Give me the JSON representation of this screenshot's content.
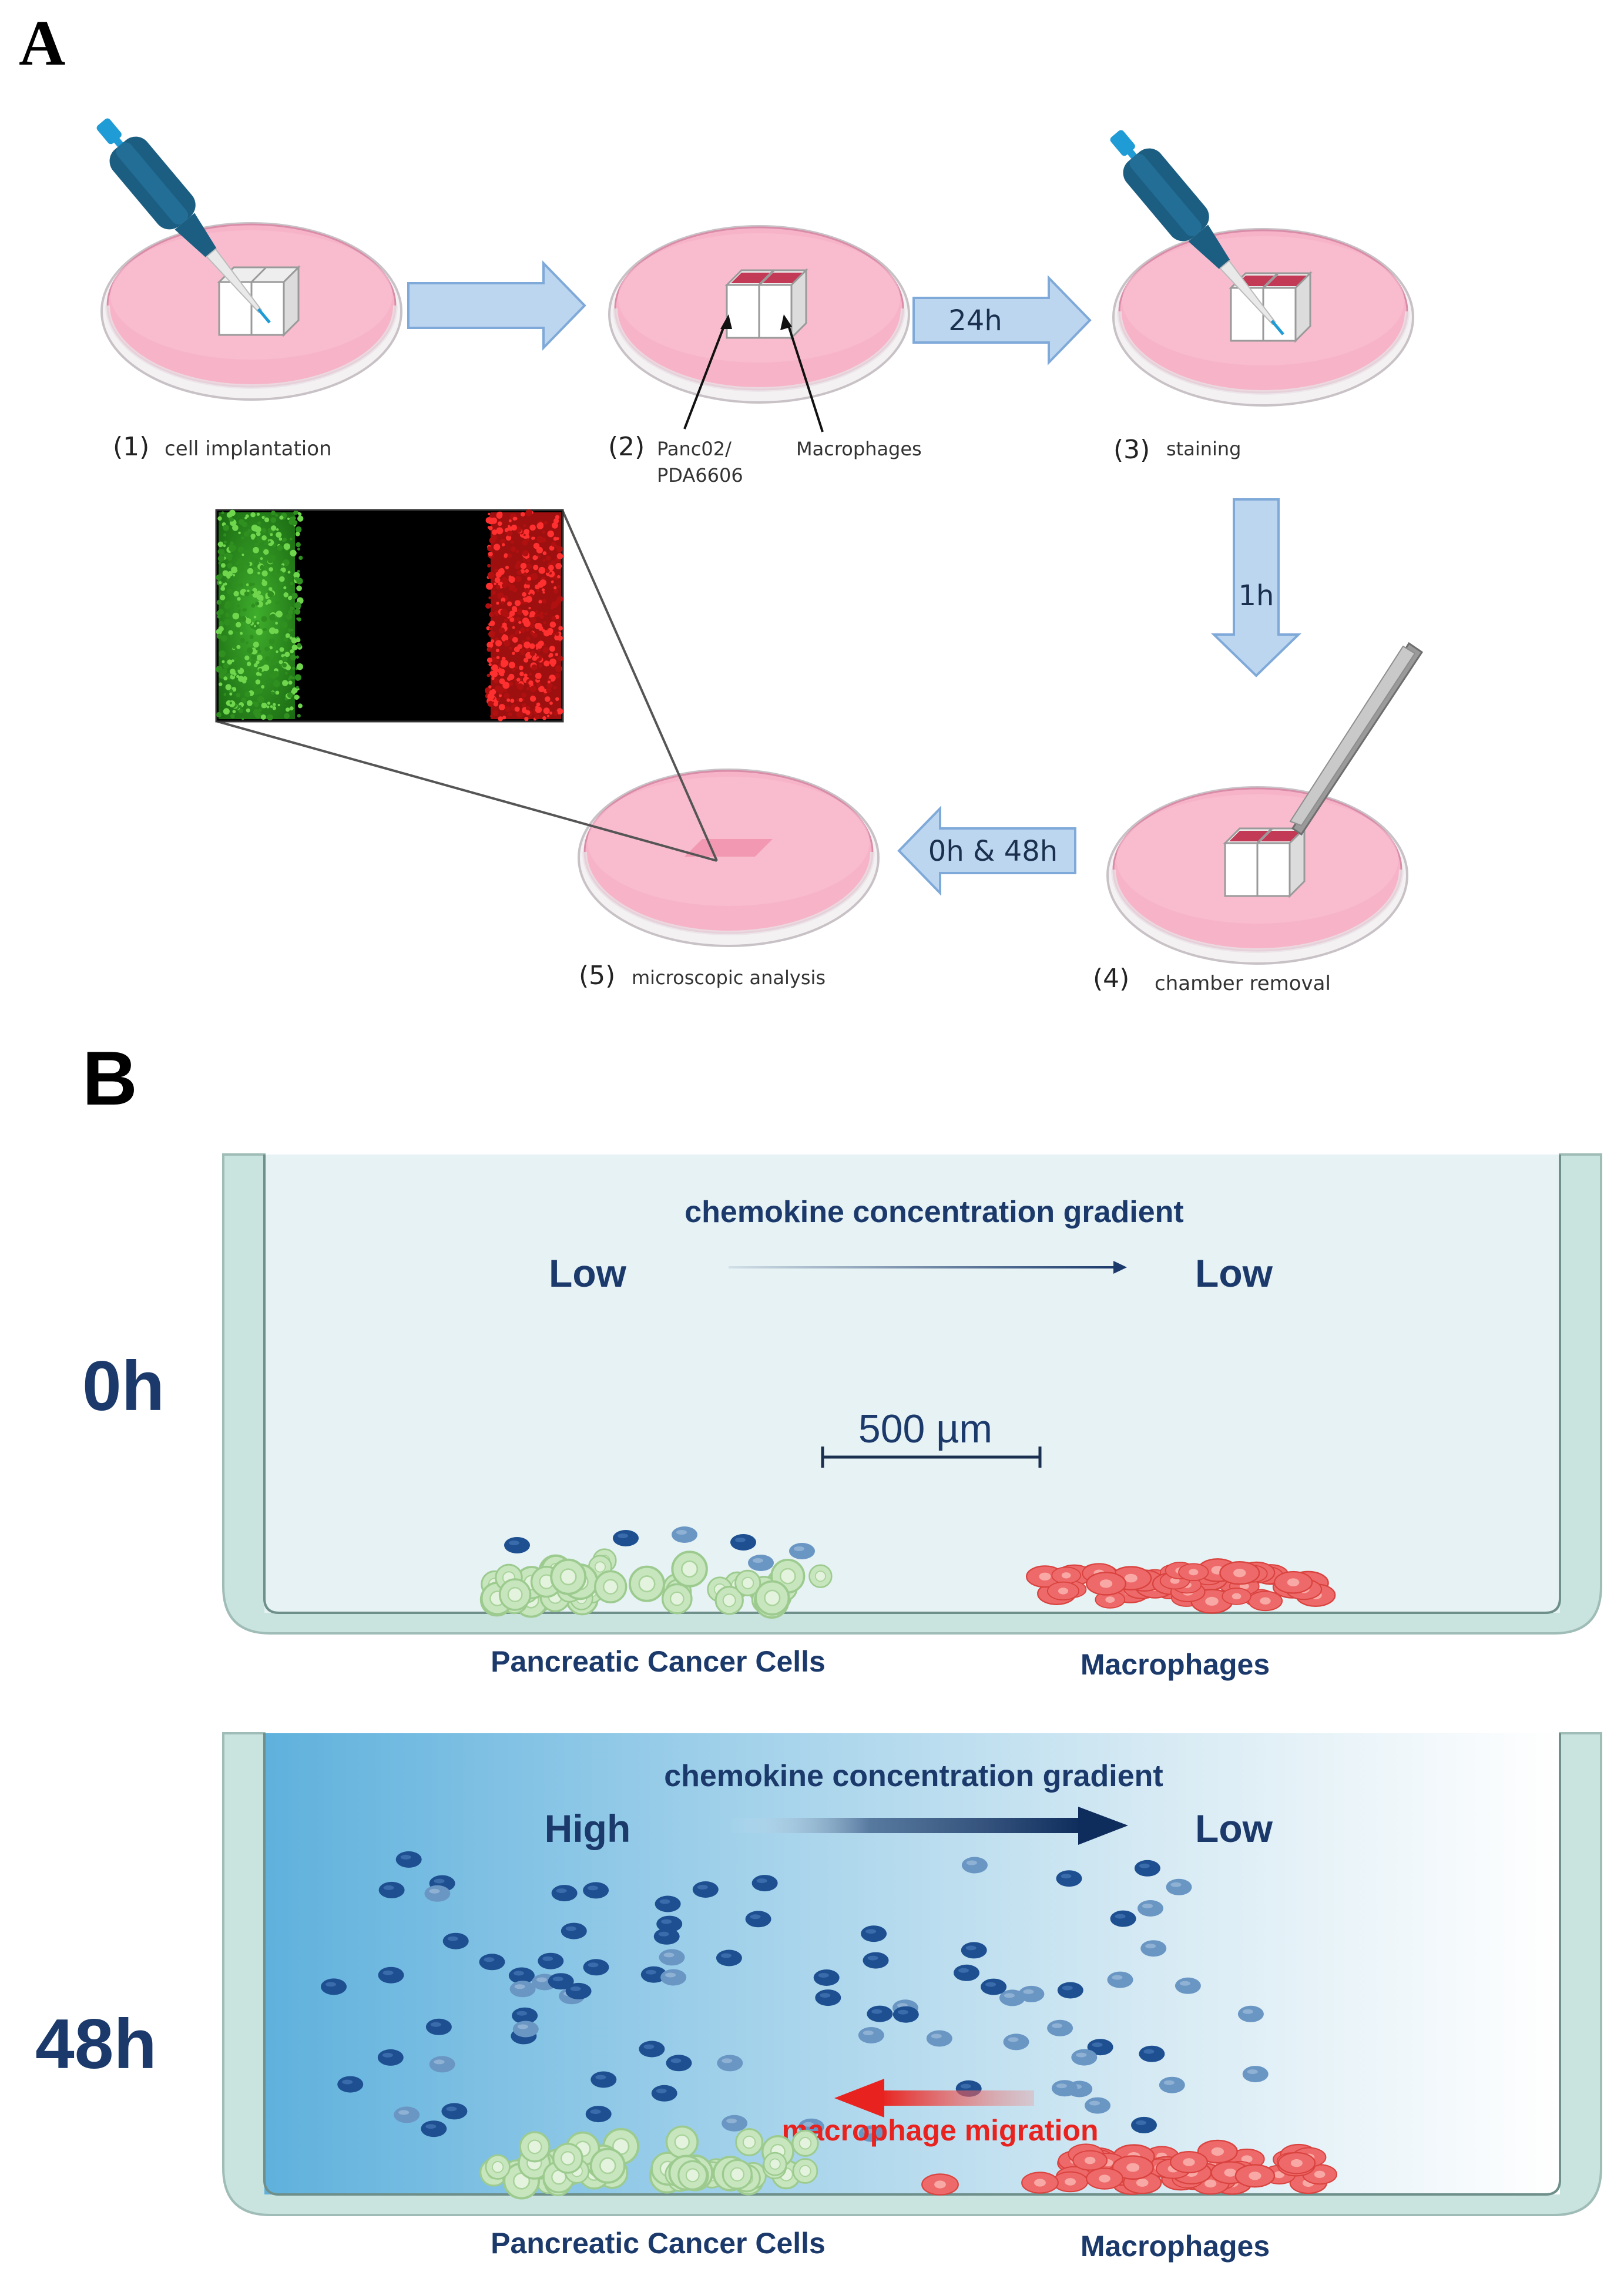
{
  "panel_a": {
    "label": "A",
    "arrow_24h": "24h",
    "arrow_1h": "1h",
    "arrow_0h48h": "0h & 48h",
    "steps": {
      "s1": {
        "num": "(1)",
        "text": "cell implantation"
      },
      "s2": {
        "num": "(2)",
        "text_line1": "Panc02/",
        "text_line2": "PDA6606",
        "text_right": "Macrophages"
      },
      "s3": {
        "num": "(3)",
        "text": "staining"
      },
      "s4": {
        "num": "(4)",
        "text": "chamber removal"
      },
      "s5": {
        "num": "(5)",
        "text": "microscopic analysis"
      }
    }
  },
  "panel_b": {
    "label": "B",
    "top": {
      "time": "0h",
      "gradient_title": "chemokine concentration gradient",
      "left_level": "Low",
      "right_level": "Low",
      "scale_label": "500 µm",
      "cancer_label": "Pancreatic Cancer Cells",
      "macro_label": "Macrophages"
    },
    "bottom": {
      "time": "48h",
      "gradient_title": "chemokine concentration gradient",
      "left_level": "High",
      "right_level": "Low",
      "migration_label": "macrophage migration",
      "cancer_label": "Pancreatic Cancer Cells",
      "macro_label": "Macrophages"
    }
  },
  "colors": {
    "dark_navy": "#1b3a6b",
    "dish_pink": "#f7b4c8",
    "arrow_fill": "#bcd6f0",
    "arrow_stroke": "#7fa9d8",
    "cell_green": "#bfe3b5",
    "macrophage_red": "#ec5a5a",
    "migration_red": "#e8231f",
    "chemokine_dark": "#1d4f91",
    "chemokine_light": "#6a96c4",
    "well_wall": "#c9e3df"
  }
}
